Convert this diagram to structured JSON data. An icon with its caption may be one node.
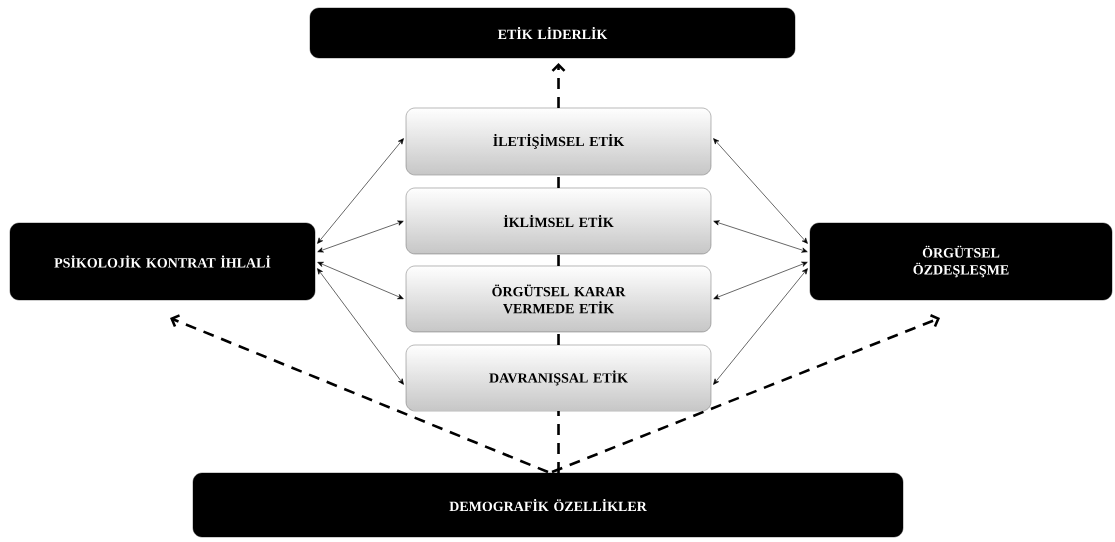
{
  "diagram": {
    "nodes": [
      {
        "text": [
          "ETİK LİDERLİK"
        ]
      },
      {
        "text": [
          "İLETİŞİMSEL ETİK"
        ]
      },
      {
        "text": [
          "İKLİMSEL ETİK"
        ]
      },
      {
        "text": [
          "ÖRGÜTSEL KARAR VERMEDE ETİK"
        ]
      },
      {
        "text": [
          "DAVRANIŞSAL ETİK"
        ]
      },
      {
        "text": [
          "PSİKOLOJİK KONTRAT İHLALİ"
        ]
      },
      {
        "text": [
          "ÖRGÜTSEL ÖZDEŞLEŞME"
        ]
      },
      {
        "text": [
          "DEMOGRAFİK ÖZELLİKLER"
        ]
      }
    ],
    "edges": [
      {
        "from": 7,
        "to": 4,
        "arrow": "none",
        "style": "dashed"
      },
      {
        "from": 4,
        "to": 3,
        "arrow": "none",
        "style": "dashed"
      },
      {
        "from": 3,
        "to": 2,
        "arrow": "none",
        "style": "dashed"
      },
      {
        "from": 2,
        "to": 1,
        "arrow": "none",
        "style": "dashed"
      },
      {
        "from": 1,
        "to": 0,
        "arrow": "to",
        "style": "dashed"
      },
      {
        "from": 7,
        "to": 5,
        "arrow": "to",
        "style": "dashed"
      },
      {
        "from": 7,
        "to": 6,
        "arrow": "to",
        "style": "dashed"
      },
      {
        "from": 5,
        "to": 1,
        "arrow": "both"
      },
      {
        "from": 5,
        "to": 2,
        "arrow": "both"
      },
      {
        "from": 5,
        "to": 3,
        "arrow": "both"
      },
      {
        "from": 5,
        "to": 4,
        "arrow": "both"
      },
      {
        "from": 6,
        "to": 1,
        "arrow": "both"
      },
      {
        "from": 6,
        "to": 2,
        "arrow": "both"
      },
      {
        "from": 6,
        "to": 3,
        "arrow": "both"
      },
      {
        "from": 6,
        "to": 4,
        "arrow": "both"
      }
    ]
  }
}
